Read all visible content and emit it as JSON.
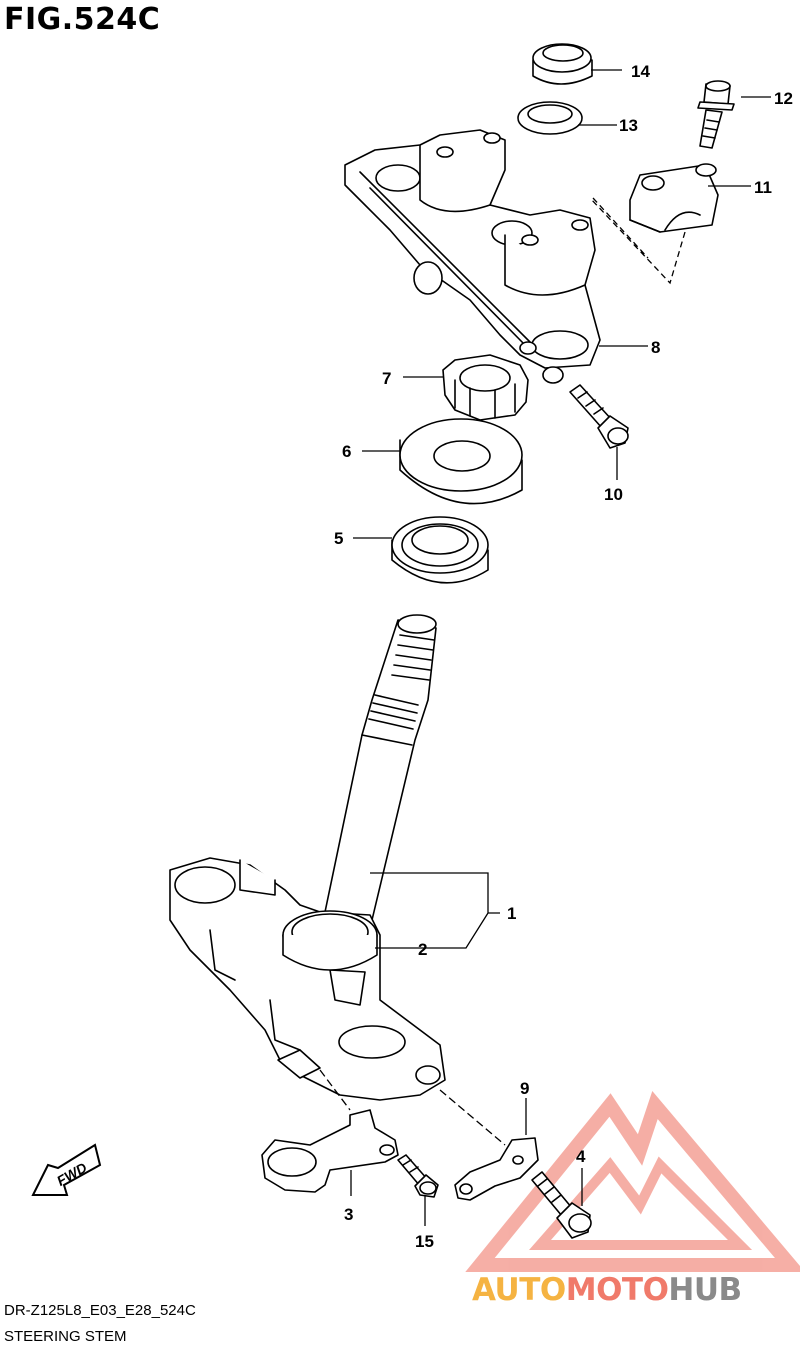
{
  "figure": {
    "title": "FIG.524C",
    "code": "DR-Z125L8_E03_E28_524C",
    "caption": "STEERING STEM"
  },
  "fwd_arrow": {
    "label": "FWD"
  },
  "callouts": [
    "1",
    "2",
    "3",
    "4",
    "5",
    "6",
    "7",
    "8",
    "9",
    "10",
    "11",
    "12",
    "13",
    "14",
    "15"
  ],
  "watermark": {
    "part1": "AUTO",
    "part2": "MOTO",
    "part3": "HUB",
    "colors": {
      "orange": "#f5b342",
      "red": "#f07a6a",
      "gray": "#8a8a8a"
    }
  }
}
